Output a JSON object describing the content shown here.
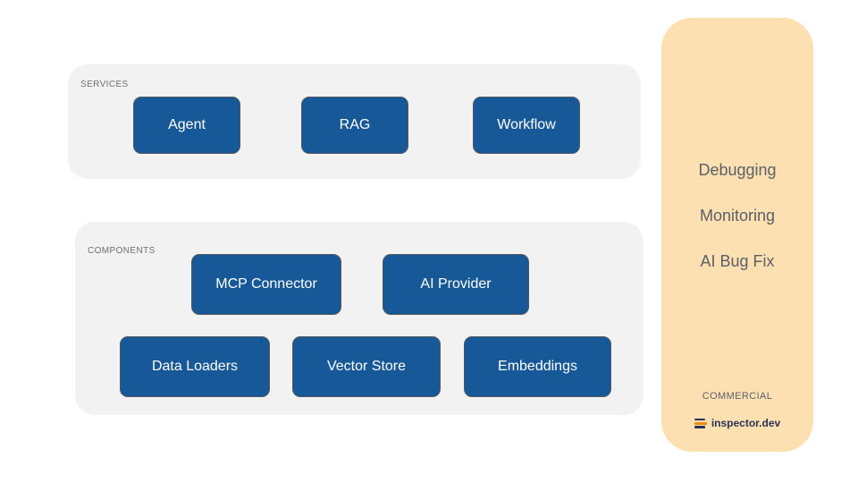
{
  "services_panel": {
    "label": "SERVICES",
    "items": [
      {
        "label": "Agent"
      },
      {
        "label": "RAG"
      },
      {
        "label": "Workflow"
      }
    ]
  },
  "components_panel": {
    "label": "COMPONENTS",
    "row1": [
      {
        "label": "MCP Connector"
      },
      {
        "label": "AI Provider"
      }
    ],
    "row2": [
      {
        "label": "Data Loaders"
      },
      {
        "label": "Vector Store"
      },
      {
        "label": "Embeddings"
      }
    ]
  },
  "commercial_panel": {
    "features": [
      "Debugging",
      "Monitoring",
      "AI Bug Fix"
    ],
    "label": "COMMERCIAL",
    "brand": "inspector.dev",
    "logo_icon": "three-bars-icon"
  },
  "colors": {
    "node_blue": "#175998",
    "group_gray": "#f2f2f2",
    "commercial_bg": "#fce0b2",
    "brand_navy": "#2a3353",
    "brand_orange": "#f08a00",
    "feature_text": "#5b6069",
    "group_label_text": "#6e6e6e"
  }
}
